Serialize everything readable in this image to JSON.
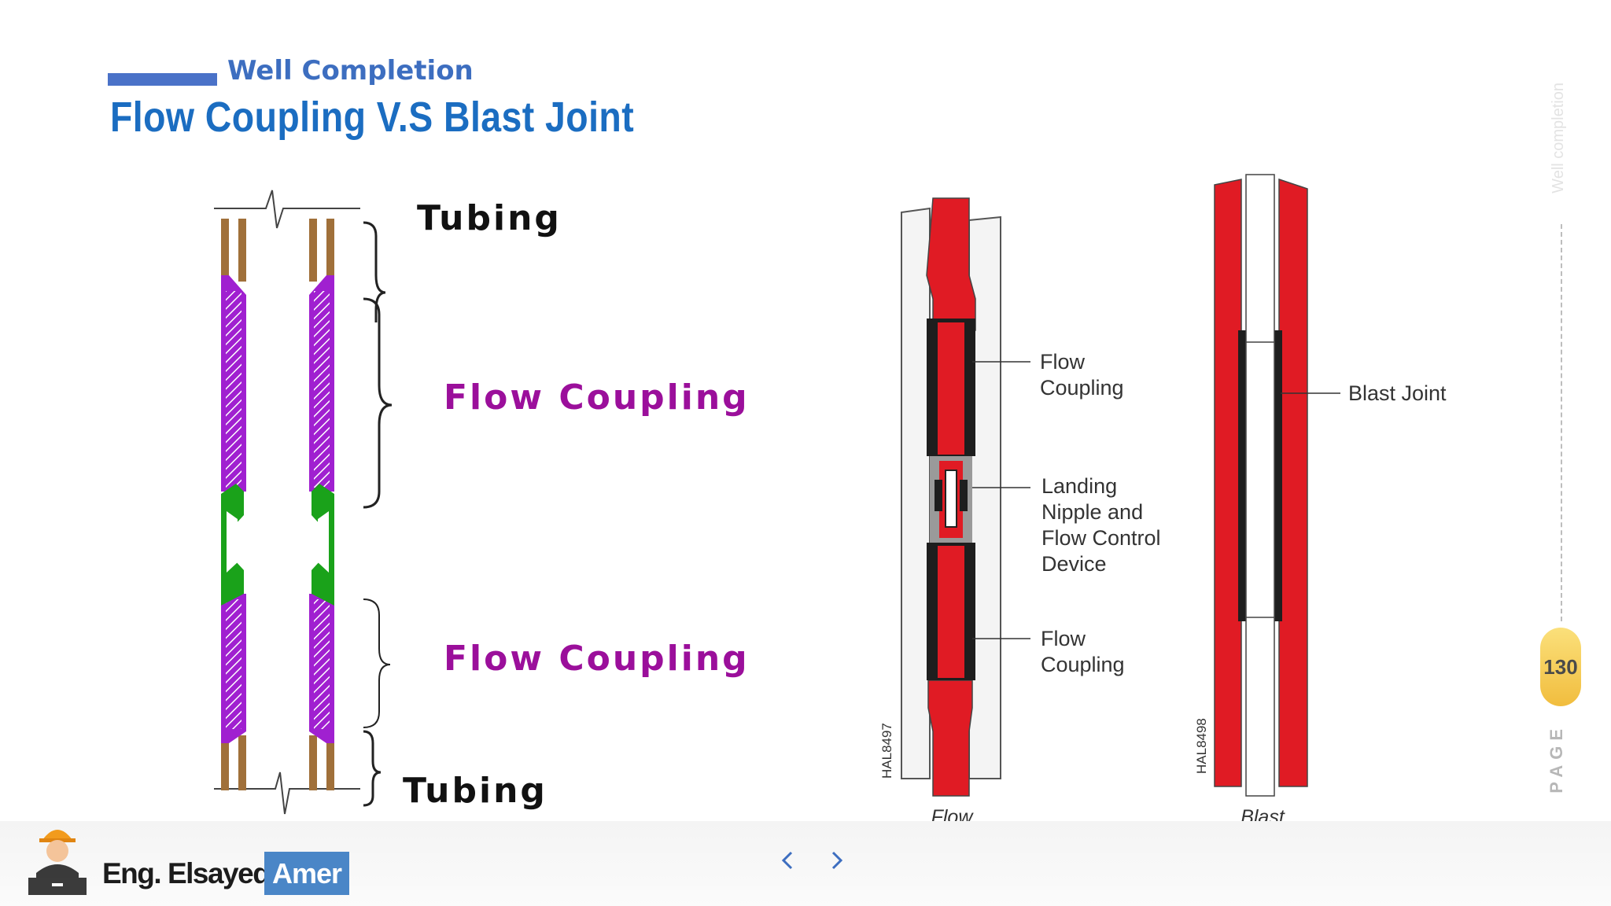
{
  "header": {
    "subtitle": "Well Completion",
    "title": "Flow Coupling V.S Blast Joint"
  },
  "side": {
    "vertical_label": "Well completion",
    "page_number": "130",
    "page_word": "PAGE"
  },
  "left_diagram": {
    "top_label": "Tubing",
    "upper_label": "Flow Coupling",
    "lower_label": "Flow Coupling",
    "bottom_label": "Tubing",
    "colors": {
      "tubing": "#a0703a",
      "coupling": "#a020d0",
      "nipple": "#1aa21a"
    }
  },
  "right_diagrams": {
    "flow_coupling": {
      "callouts": [
        "Flow\nCoupling",
        "Landing\nNipple and\nFlow Control\nDevice",
        "Flow\nCoupling"
      ],
      "figure_id": "HAL8497",
      "caption": "Flow\nCoupling"
    },
    "blast_joint": {
      "callouts": [
        "Blast Joint"
      ],
      "figure_id": "HAL8498",
      "caption": "Blast\nJoint"
    },
    "colors": {
      "fluid": "#e01b24",
      "wall": "#1e1e1e"
    }
  },
  "footer": {
    "author_first": "Eng. Elsayed",
    "author_last": "Amer",
    "prev_icon": "chevron-left-icon",
    "next_icon": "chevron-right-icon"
  }
}
